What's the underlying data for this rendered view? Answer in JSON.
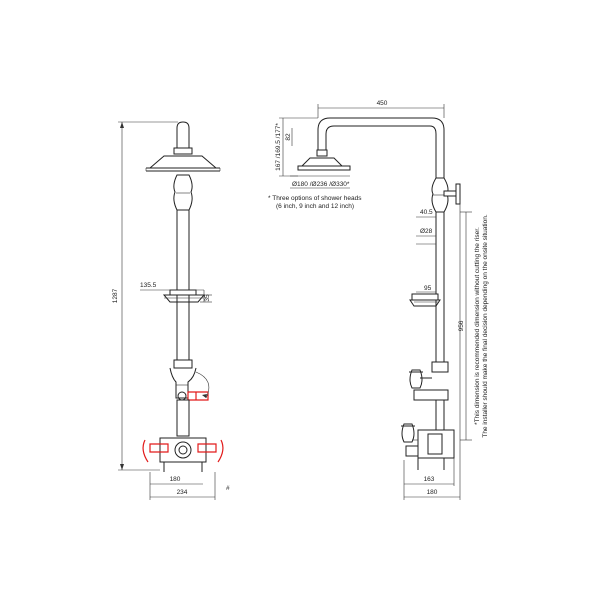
{
  "front": {
    "height_label": "1287",
    "shelf_width_label": "135.5",
    "shelf_height_label": "35",
    "inlet_centres_label": "180",
    "overall_width_label": "234",
    "hash_marker": "#"
  },
  "side": {
    "projection_label": "450",
    "head_drop_label": "82",
    "head_heights_label": "167 /169.5 /177*",
    "head_diameters_label": "Ø180 /Ø236 /Ø330*",
    "footnote_lines": [
      "* Three options of shower heads",
      "(6 inch, 9 inch and 12 inch)"
    ],
    "bracket_label": "40.5",
    "riser_diameter_label": "Ø28",
    "shelf_label": "95",
    "riser_length_label": "956",
    "depth_label": "163",
    "base_label": "180",
    "side_note_lines": [
      "*This dimension is recommended dimension without cutting the riser.",
      "The installer should make the final decision depending on the onsite situation."
    ]
  },
  "colors": {
    "line": "#222222",
    "highlight": "#e21b1b"
  }
}
